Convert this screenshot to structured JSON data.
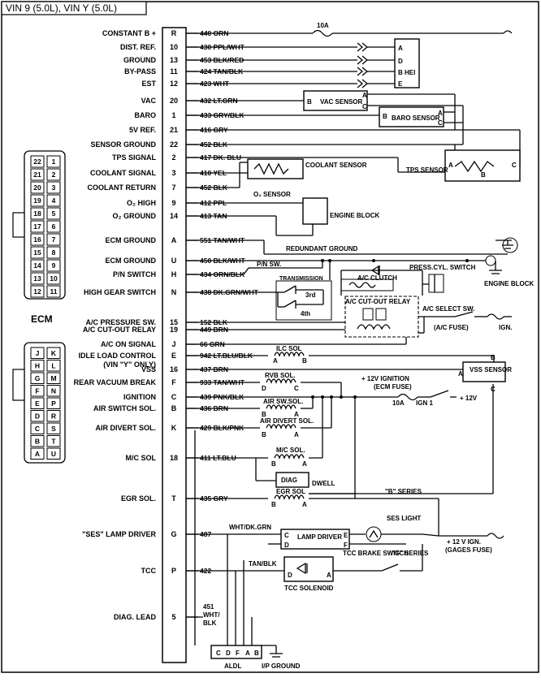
{
  "header": {
    "title": "VIN 9 (5.0L), VIN Y (5.0L)"
  },
  "ecm": {
    "title": "ECM",
    "connector_top": {
      "left": [
        "22",
        "21",
        "20",
        "19",
        "18",
        "17",
        "16",
        "15",
        "14",
        "13",
        "12"
      ],
      "right": [
        "1",
        "2",
        "3",
        "4",
        "5",
        "6",
        "7",
        "8",
        "9",
        "10",
        "11"
      ]
    },
    "connector_bottom": {
      "left": [
        "J",
        "H",
        "G",
        "F",
        "E",
        "D",
        "C",
        "B",
        "A"
      ],
      "right": [
        "K",
        "L",
        "M",
        "N",
        "P",
        "R",
        "S",
        "T",
        "U"
      ]
    },
    "circuits": [
      {
        "label": "CONSTANT B +",
        "pin": "R",
        "wire": "440 ORN"
      },
      {
        "label": "DIST. REF.",
        "pin": "10",
        "wire": "430 PPL/WHT"
      },
      {
        "label": "GROUND",
        "pin": "13",
        "wire": "453 BLK/RED"
      },
      {
        "label": "BY-PASS",
        "pin": "11",
        "wire": "424 TAN/BLK"
      },
      {
        "label": "EST",
        "pin": "12",
        "wire": "423 WHT"
      },
      {
        "label": "VAC",
        "pin": "20",
        "wire": "432 LT.GRN"
      },
      {
        "label": "BARO",
        "pin": "1",
        "wire": "433 GRY/BLK"
      },
      {
        "label": "5V REF.",
        "pin": "21",
        "wire": "416 GRY"
      },
      {
        "label": "SENSOR GROUND",
        "pin": "22",
        "wire": "452 BLK"
      },
      {
        "label": "TPS SIGNAL",
        "pin": "2",
        "wire": "417 DK. BLU"
      },
      {
        "label": "COOLANT SIGNAL",
        "pin": "3",
        "wire": "410 YEL"
      },
      {
        "label": "COOLANT RETURN",
        "pin": "7",
        "wire": "452 BLK"
      },
      {
        "label": "O₂ HIGH",
        "pin": "9",
        "wire": "412 PPL"
      },
      {
        "label": "O₂ GROUND",
        "pin": "14",
        "wire": "413 TAN"
      },
      {
        "label": "ECM GROUND",
        "pin": "A",
        "wire": "551 TAN/WHT"
      },
      {
        "label": "ECM GROUND",
        "pin": "U",
        "wire": "450 BLK/WHT"
      },
      {
        "label": "P/N SWITCH",
        "pin": "H",
        "wire": "434 ORN/BLK"
      },
      {
        "label": "HIGH GEAR SWITCH",
        "pin": "N",
        "wire": "438 DK.GRN/WHT"
      },
      {
        "label": "A/C PRESSURE SW.",
        "pin": "15",
        "wire": "152 BLK"
      },
      {
        "label": "A/C CUT-OUT RELAY",
        "pin": "19",
        "wire": "449 BRN"
      },
      {
        "label": "A/C ON SIGNAL",
        "pin": "J",
        "wire": "66 GRN"
      },
      {
        "label": "IDLE LOAD CONTROL",
        "pin": "E",
        "wire": "942 LT.BLU/BLK"
      },
      {
        "label": "(VIN \"Y\" ONLY)",
        "pin": "",
        "wire": ""
      },
      {
        "label": "VSS",
        "pin": "16",
        "wire": "437 BRN"
      },
      {
        "label": "REAR VACUUM BREAK",
        "pin": "F",
        "wire": "933 TAN/WHT"
      },
      {
        "label": "IGNITION",
        "pin": "C",
        "wire": "439 PNK/BLK"
      },
      {
        "label": "AIR SWITCH SOL.",
        "pin": "B",
        "wire": "436 BRN"
      },
      {
        "label": "AIR DIVERT SOL.",
        "pin": "K",
        "wire": "429 BLK/PNK"
      },
      {
        "label": "M/C SOL",
        "pin": "18",
        "wire": "411 LT.BLU"
      },
      {
        "label": "EGR SOL.",
        "pin": "T",
        "wire": "435 GRY"
      },
      {
        "label": "\"SES\" LAMP DRIVER",
        "pin": "G",
        "wire": "487"
      },
      {
        "label": "TCC",
        "pin": "P",
        "wire": "422"
      },
      {
        "label": "DIAG. LEAD",
        "pin": "5",
        "wire": ""
      }
    ]
  },
  "components": {
    "fuse_10a": "10A",
    "hei": {
      "name": "HEI",
      "pins": [
        "A",
        "D",
        "B",
        "E"
      ]
    },
    "vac_sensor": {
      "name": "VAC SENSOR",
      "pins": [
        "B",
        "A",
        "C"
      ]
    },
    "baro_sensor": {
      "name": "BARO SENSOR",
      "pins": [
        "B",
        "A",
        "C"
      ]
    },
    "tps_sensor": {
      "name": "TPS SENSOR",
      "pins": [
        "A",
        "B",
        "C"
      ]
    },
    "coolant_sensor": "COOLANT SENSOR",
    "o2_sensor": "O₂ SENSOR",
    "engine_block": "ENGINE BLOCK",
    "redundant_ground": "REDUNDANT GROUND",
    "engine_block_ground": "ENGINE BLOCK",
    "pn_sw": "P/N SW.",
    "transmission": "TRANSMISSION",
    "third": "3rd",
    "fourth": "4th",
    "ac_clutch": "A/C CLUTCH",
    "press_cyl_switch": "PRESS.CYL. SWITCH",
    "ac_cutout_relay": "A/C CUT-OUT RELAY",
    "ac_select_sw": "A/C SELECT SW.",
    "ac_fuse": "(A/C FUSE)",
    "ign": "IGN.",
    "vss_sensor": {
      "name": "VSS SENSOR",
      "pins": [
        "B",
        "A",
        "C"
      ]
    },
    "ilc_sol": {
      "name": "ILC SOL",
      "pins": [
        "A",
        "B"
      ]
    },
    "rvb_sol": {
      "name": "RVB SOL.",
      "pins": [
        "D",
        "C"
      ]
    },
    "ign_12v": "+ 12V IGNITION",
    "ecm_fuse": "(ECM FUSE)",
    "fuse_10a_2": "10A",
    "ign1": "IGN 1",
    "plus12v": "+ 12V",
    "air_sw_sol": {
      "name": "AIR SW.SOL.",
      "pins": [
        "B",
        "A"
      ]
    },
    "air_divert_sol": {
      "name": "AIR DIVERT SOL.",
      "pins": [
        "B",
        "A"
      ]
    },
    "mc_sol": {
      "name": "M/C SOL.",
      "pins": [
        "B",
        "A"
      ]
    },
    "diag": "DIAG",
    "dwell": "DWELL",
    "egr_sol": {
      "name": "EGR SOL",
      "pins": [
        "B",
        "A"
      ]
    },
    "b_series": "\"B\" SERIES",
    "wht_dk_grn": "WHT/DK.GRN",
    "lamp_driver": {
      "name": "LAMP DRIVER",
      "pins": [
        "C",
        "D",
        "E",
        "F"
      ]
    },
    "ses_light": "SES LIGHT",
    "g_series": "\"G\" SERIES",
    "ign_12v_gages": "+ 12 V IGN.",
    "gages_fuse": "(GAGES FUSE)",
    "tan_blk": "TAN/BLK",
    "tcc_brake_switch": "TCC BRAKE SWITCH",
    "tcc_solenoid": {
      "name": "TCC SOLENOID",
      "pins": [
        "D",
        "A"
      ]
    },
    "wire_451": [
      "451",
      "WHT/",
      "BLK"
    ],
    "aldl": {
      "name": "ALDL",
      "pins": [
        "C",
        "D",
        "F",
        "A",
        "B"
      ]
    },
    "ip_ground": "I/P GROUND"
  }
}
